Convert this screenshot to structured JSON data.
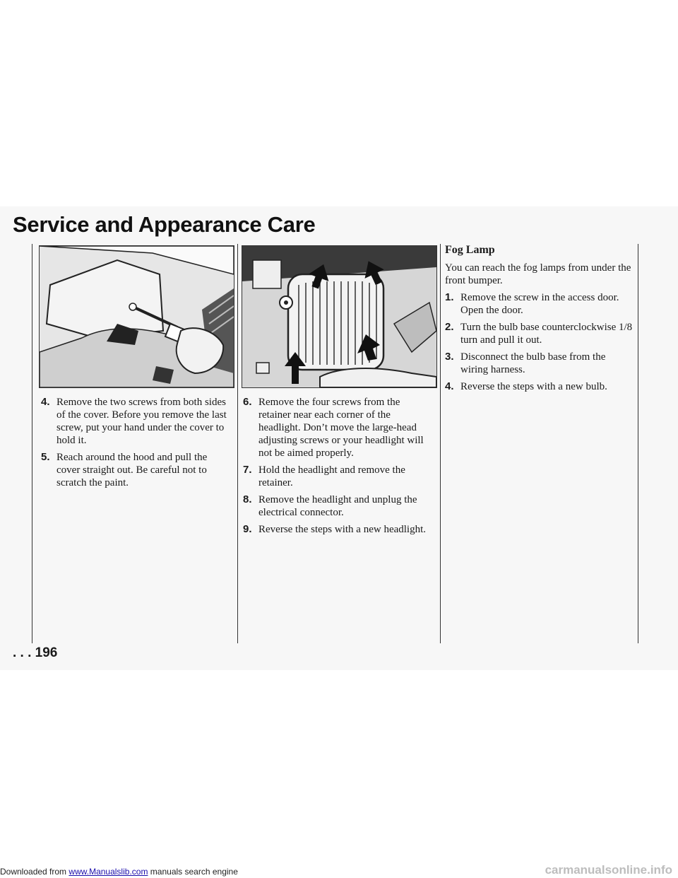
{
  "footer": {
    "prefix": "Downloaded from",
    "link_text": "www.Manualslib.com",
    "suffix": "manuals search engine"
  },
  "watermark": "carmanualsonline.info",
  "page": {
    "title": "Service and Appearance Care",
    "page_number": ". . . 196"
  },
  "left_column": {
    "steps": [
      {
        "num": "4.",
        "text": "Remove the two screws from both sides of the cover. Before you remove the last screw, put your hand under the cover to hold it."
      },
      {
        "num": "5.",
        "text": "Reach around the hood and pull the cover straight out. Be careful not to scratch the paint."
      }
    ]
  },
  "middle_column": {
    "steps": [
      {
        "num": "6.",
        "text": "Remove the four screws from the retainer near each corner of the headlight. Don’t move the large-head adjusting screws or your headlight will not be aimed properly."
      },
      {
        "num": "7.",
        "text": "Hold the headlight and remove the retainer."
      },
      {
        "num": "8.",
        "text": "Remove the headlight and unplug the electrical connector."
      },
      {
        "num": "9.",
        "text": "Reverse the steps with a new headlight."
      }
    ]
  },
  "right_column": {
    "heading": "Fog Lamp",
    "intro": "You can reach the fog lamps from under the front bumper.",
    "steps": [
      {
        "num": "1.",
        "text": "Remove the screw in the access door. Open the door."
      },
      {
        "num": "2.",
        "text": "Turn the bulb base counterclockwise 1/8 turn and pull it out."
      },
      {
        "num": "3.",
        "text": "Disconnect the bulb base from the wiring harness."
      },
      {
        "num": "4.",
        "text": "Reverse the steps with a new bulb."
      }
    ]
  }
}
